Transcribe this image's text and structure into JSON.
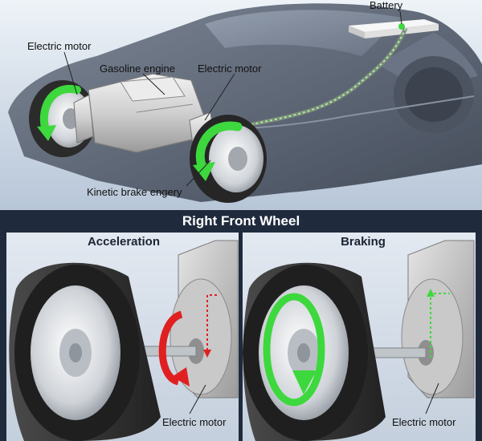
{
  "top_diagram": {
    "labels": {
      "battery": "Battery",
      "electric_motor_rear": "Electric motor",
      "gasoline_engine": "Gasoline engine",
      "electric_motor_front": "Electric motor",
      "kinetic_brake": "Kinetic brake engery"
    }
  },
  "wheel_section": {
    "title": "Right Front Wheel",
    "acceleration": {
      "heading": "Acceleration",
      "motor_label": "Electric motor"
    },
    "braking": {
      "heading": "Braking",
      "motor_label": "Electric motor"
    }
  },
  "colors": {
    "car_body": "#5b6473",
    "panel_bg": "#d7dfea",
    "accent_green": "#3dd83d",
    "accent_red": "#e02020",
    "title_bar": "#1f2b3d"
  }
}
